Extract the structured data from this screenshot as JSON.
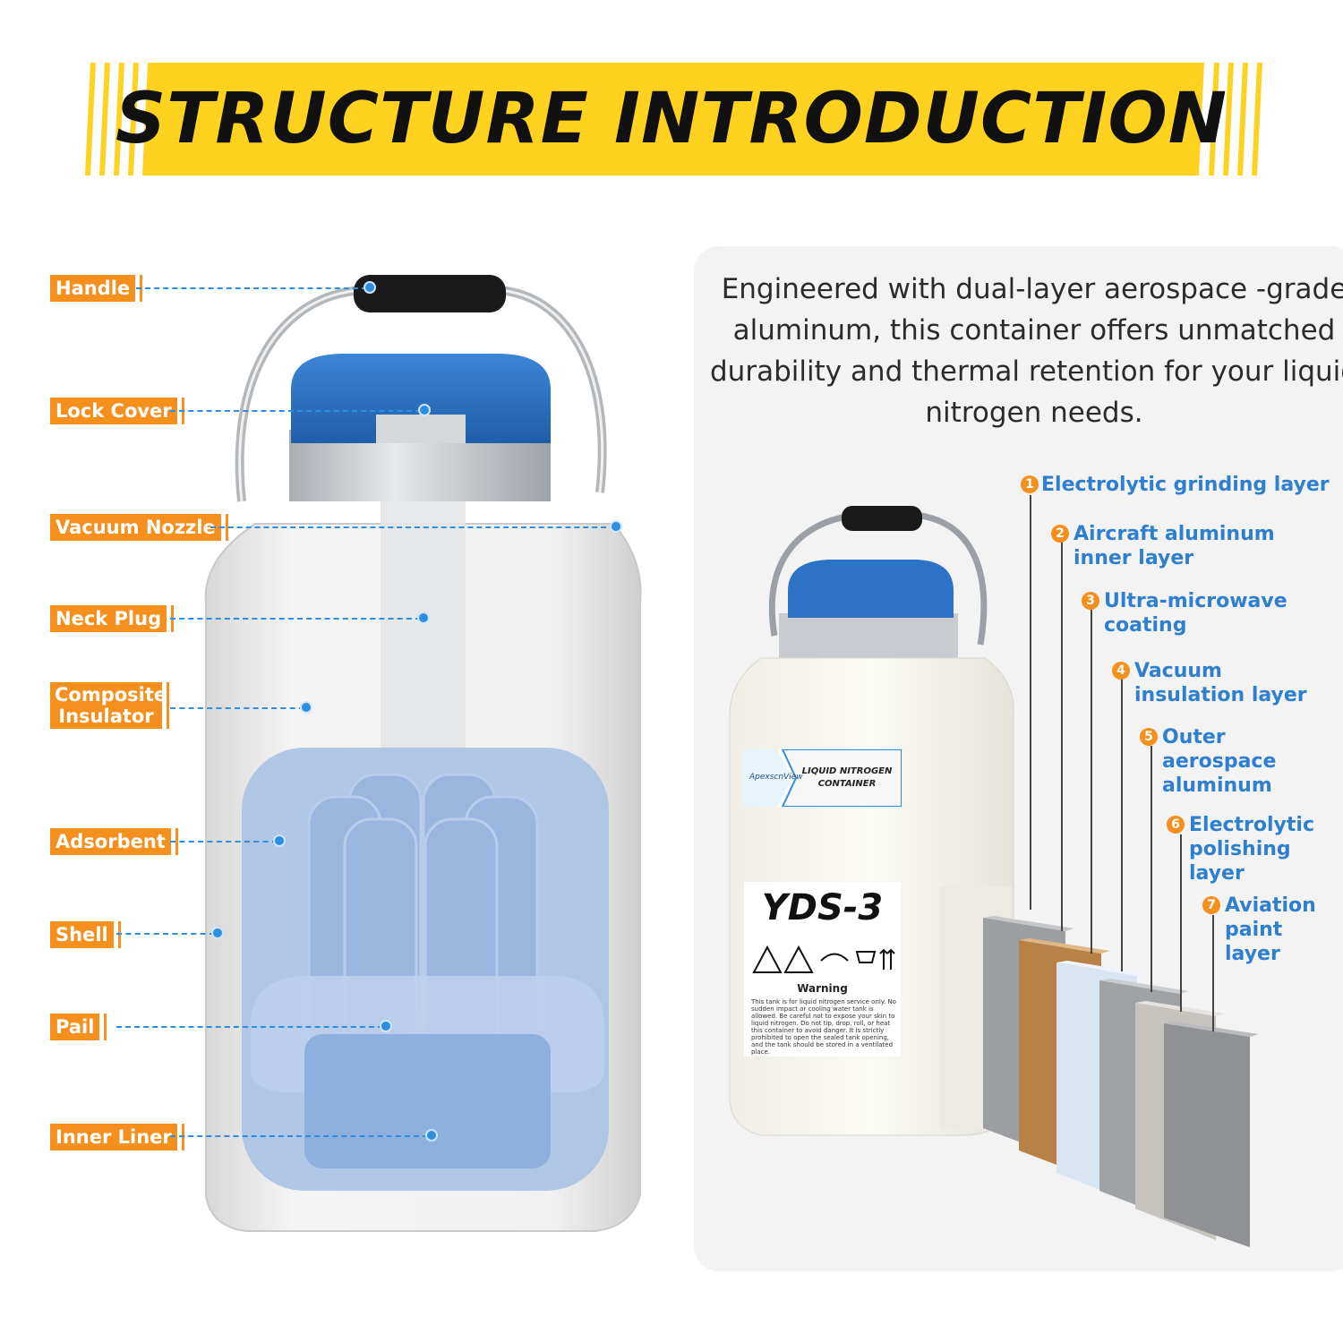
{
  "banner": {
    "title": "STRUCTURE INTRODUCTION",
    "accent_color": "#ffd21f"
  },
  "parts": [
    {
      "label": "Handle"
    },
    {
      "label": "Lock Cover"
    },
    {
      "label": "Vacuum Nozzle"
    },
    {
      "label": "Neck Plug"
    },
    {
      "label": "Composite Insulator"
    },
    {
      "label": "Adsorbent"
    },
    {
      "label": "Shell"
    },
    {
      "label": "Pail"
    },
    {
      "label": "Inner Liner"
    }
  ],
  "label_color": "#f5901e",
  "leader_color": "#2d8de0",
  "description": "Engineered with dual-layer aerospace -grade aluminum, this container offers unmatched durability and thermal retention for your liquid nitrogen needs.",
  "layers": [
    {
      "num": "1",
      "label": "Electrolytic grinding layer"
    },
    {
      "num": "2",
      "label": "Aircraft aluminum\ninner layer"
    },
    {
      "num": "3",
      "label": "Ultra-microwave\ncoating"
    },
    {
      "num": "4",
      "label": "Vacuum\ninsulation layer"
    },
    {
      "num": "5",
      "label": "Outer\naerospace\naluminum"
    },
    {
      "num": "6",
      "label": "Electrolytic\npolishing layer"
    },
    {
      "num": "7",
      "label": "Aviation\npaint layer"
    }
  ],
  "product": {
    "brand": "ApexscnView",
    "sticker_title": "LIQUID NITROGEN CONTAINER",
    "model": "YDS-3",
    "warning_title": "Warning",
    "warning_text": "This tank is for liquid nitrogen service only. No sudden impact or cooling water tank is allowed. Be careful not to expose your skin to liquid nitrogen. Do not tip, drop, roll, or heat this container to avoid danger. It is strictly prohibited to open the sealed tank opening, and the tank should be stored in a ventilated place."
  }
}
